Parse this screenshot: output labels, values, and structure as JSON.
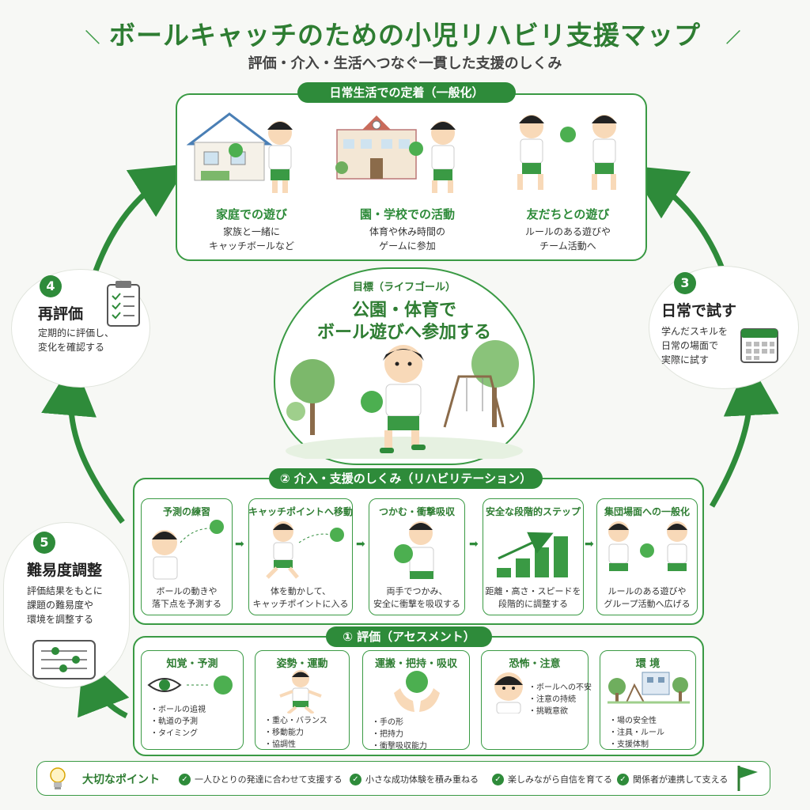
{
  "header": {
    "title": "ボールキャッチのための小児リハビリ支援マップ",
    "subtitle": "評価・介入・生活へつなぐ一貫した支援のしくみ"
  },
  "daily": {
    "tag": "日常生活での定着（一般化）",
    "cols": [
      {
        "title": "家庭での遊び",
        "desc1": "家族と一緒に",
        "desc2": "キャッチボールなど"
      },
      {
        "title": "園・学校での活動",
        "desc1": "体育や休み時間の",
        "desc2": "ゲームに参加"
      },
      {
        "title": "友だちとの遊び",
        "desc1": "ルールのある遊びや",
        "desc2": "チーム活動へ"
      }
    ]
  },
  "goal": {
    "label": "目標（ライフゴール）",
    "line1": "公園・体育で",
    "line2": "ボール遊びへ参加する"
  },
  "side": {
    "reeval": {
      "num": "4",
      "title": "再評価",
      "desc1": "定期的に評価し、",
      "desc2": "変化を確認する"
    },
    "try": {
      "num": "3",
      "title": "日常で試す",
      "desc1": "学んだスキルを",
      "desc2": "日常の場面で",
      "desc3": "実際に試す"
    },
    "adjust": {
      "num": "5",
      "title": "難易度調整",
      "desc1": "評価結果をもとに",
      "desc2": "課題の難易度や",
      "desc3": "環境を調整する"
    }
  },
  "intervention": {
    "tag": "② 介入・支援のしくみ（リハビリテーション）",
    "steps": [
      {
        "title": "予測の練習",
        "desc1": "ボールの動きや",
        "desc2": "落下点を予測する"
      },
      {
        "title": "キャッチポイントへ移動",
        "desc1": "体を動かして、",
        "desc2": "キャッチポイントに入る"
      },
      {
        "title": "つかむ・衝撃吸収",
        "desc1": "両手でつかみ、",
        "desc2": "安全に衝撃を吸収する"
      },
      {
        "title": "安全な段階的ステップ",
        "desc1": "距離・高さ・スピードを",
        "desc2": "段階的に調整する"
      },
      {
        "title": "集団場面への一般化",
        "desc1": "ルールのある遊びや",
        "desc2": "グループ活動へ広げる"
      }
    ]
  },
  "assessment": {
    "tag": "① 評価（アセスメント）",
    "cards": [
      {
        "title": "知覚・予測",
        "items": [
          "ボールの追視",
          "軌道の予測",
          "タイミング"
        ]
      },
      {
        "title": "姿勢・運動",
        "items": [
          "重心・バランス",
          "移動能力",
          "協調性"
        ]
      },
      {
        "title": "運搬・把持・吸収",
        "items": [
          "手の形",
          "把持力",
          "衝撃吸収能力"
        ]
      },
      {
        "title": "恐怖・注意",
        "items": [
          "ボールへの不安",
          "注意の持続",
          "挑戦意欲"
        ]
      },
      {
        "title": "環 境",
        "items": [
          "場の安全性",
          "注具・ルール",
          "支援体制"
        ]
      }
    ]
  },
  "points": {
    "label": "大切なポイント",
    "items": [
      "一人ひとりの発達に合わせて支援する",
      "小さな成功体験を積み重ねる",
      "楽しみながら自信を育てる",
      "関係者が連携して支える"
    ]
  },
  "colors": {
    "accent": "#2e8b3a",
    "light": "#a5d6a7",
    "ball": "#4caf50"
  }
}
